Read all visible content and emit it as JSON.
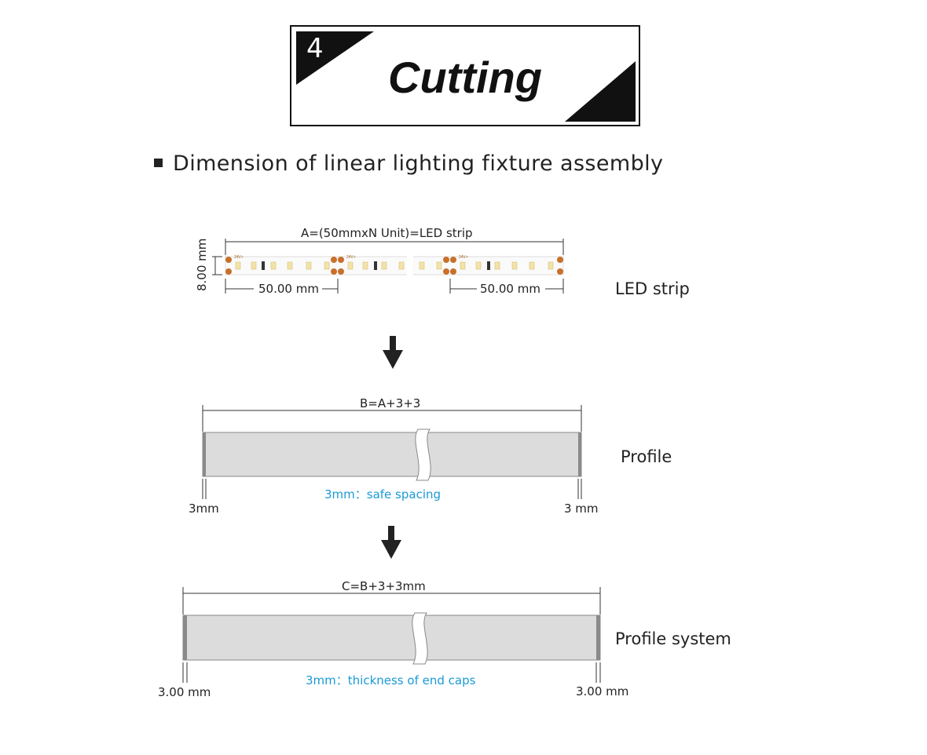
{
  "header": {
    "step_number": "4",
    "title": "Cutting"
  },
  "section": {
    "heading": "Dimension of linear lighting fixture assembly"
  },
  "led_strip": {
    "total_label": "A=(50mmxN Unit)=LED strip",
    "width_label": "8.00 mm",
    "segment_left_label": "50.00 mm",
    "segment_right_label": "50.00 mm",
    "side_label": "LED strip",
    "pad_text": "24V+"
  },
  "profile": {
    "total_label": "B=A+3+3",
    "note": "3mm：safe spacing",
    "left_end_label": "3mm",
    "right_end_label": "3 mm",
    "side_label": "Profile"
  },
  "profile_system": {
    "total_label": "C=B+3+3mm",
    "note": "3mm：thickness of end caps",
    "left_end_label": "3.00 mm",
    "right_end_label": "3.00 mm",
    "side_label": "Profile system"
  },
  "colors": {
    "profile_fill": "#dcdcdc",
    "end_cap": "#8a8a8a",
    "copper_pad": "#c8702a",
    "led_chip": "#f3e3a8",
    "note_blue": "#1a9ad6",
    "arrow": "#222222"
  },
  "icons": {
    "flow_arrow": "arrow-down-icon",
    "bullet": "square-bullet-icon"
  }
}
